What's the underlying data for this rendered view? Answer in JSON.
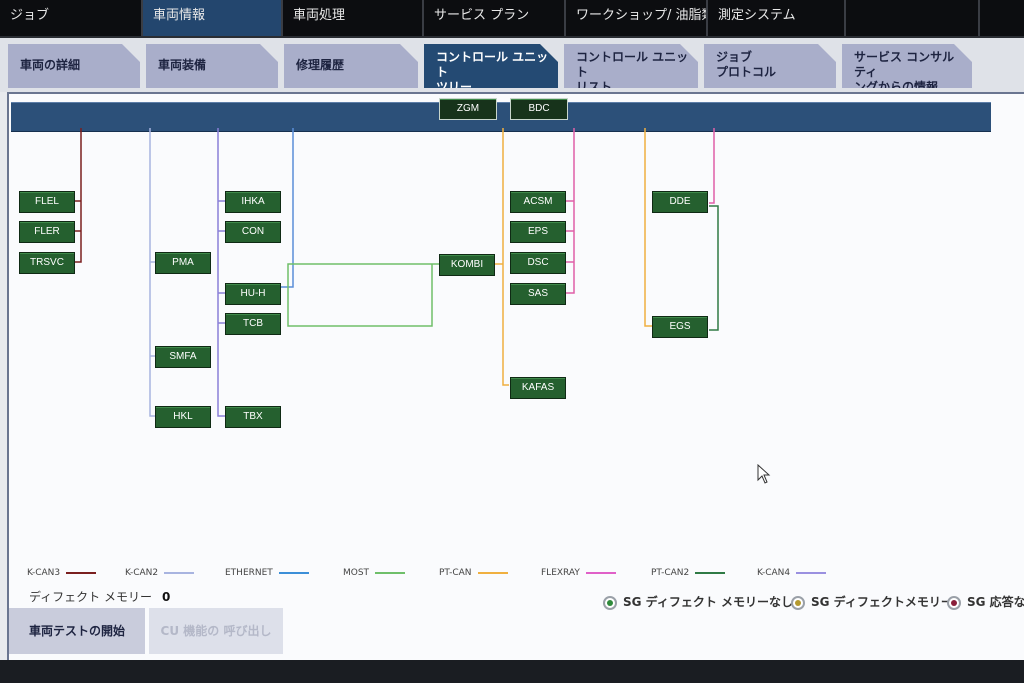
{
  "topnav": [
    {
      "label": "ジョブ",
      "active": false
    },
    {
      "label": "車両情報",
      "active": true
    },
    {
      "label": "車両処理",
      "active": false
    },
    {
      "label": "サービス プラン",
      "active": false
    },
    {
      "label": "ワークショップ/ 油脂類",
      "active": false
    },
    {
      "label": "測定システム",
      "active": false
    }
  ],
  "subtabs": [
    {
      "label": "車両の詳細"
    },
    {
      "label": "車両装備"
    },
    {
      "label": "修理履歴"
    },
    {
      "label": "コントロール ユニット ツリー",
      "line1": "コントロール ユニット",
      "line2": "ツリー",
      "active": true
    },
    {
      "label": "コントロール ユニット リスト",
      "line1": "コントロール ユニット",
      "line2": "リスト"
    },
    {
      "label": "ジョブ プロトコル",
      "line1": "ジョブ",
      "line2": "プロトコル"
    },
    {
      "label": "サービス コンサルティングからの情報",
      "line1": "サービス コンサルティ",
      "line2": "ングからの情報"
    }
  ],
  "gateways": [
    "ZGM",
    "BDC"
  ],
  "ecus": [
    "FLEL",
    "FLER",
    "TRSVC",
    "PMA",
    "SMFA",
    "HKL",
    "IHKA",
    "CON",
    "HU-H",
    "TCB",
    "TBX",
    "KOMBI",
    "ACSM",
    "EPS",
    "DSC",
    "SAS",
    "KAFAS",
    "DDE",
    "EGS"
  ],
  "colors": {
    "K-CAN3": "#7a1f1f",
    "K-CAN2": "#a8b4e0",
    "ETHERNET": "#3c8fd8",
    "MOST": "#6fbf6a",
    "PT-CAN": "#f0b040",
    "FLEXRAY": "#e060c8",
    "PT-CAN2": "#2f7a45",
    "K-CAN4": "#9a90e0",
    "accent": "#244a73",
    "ecu_fill": "#25602f"
  },
  "legend": [
    "K-CAN3",
    "K-CAN2",
    "ETHERNET",
    "MOST",
    "PT-CAN",
    "FLEXRAY",
    "PT-CAN2",
    "K-CAN4"
  ],
  "defect_memory": {
    "label": "ディフェクト メモリー",
    "value": "0"
  },
  "status_legend": [
    {
      "label": "SG ディフェクト メモリーなし",
      "color": "#2f8a3c"
    },
    {
      "label": "SG ディフェクトメモリー",
      "color": "#b49a30"
    },
    {
      "label": "SG 応答な",
      "color": "#8a1f3a"
    }
  ],
  "buttons": {
    "start_test": "車両テストの開始",
    "cu_function": "CU 機能の 呼び出し"
  },
  "icons": {
    "cursor": "mouse-pointer-icon"
  }
}
